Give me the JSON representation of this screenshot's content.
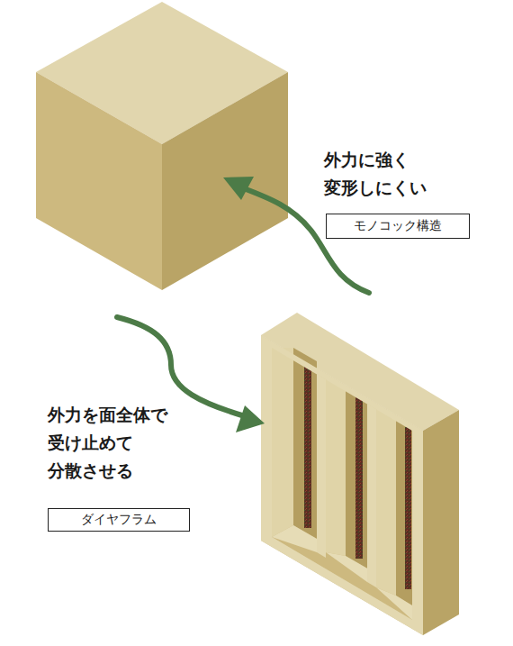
{
  "diagram": {
    "nodes": [
      {
        "text": [
          "モノコック構造"
        ]
      },
      {
        "text": [
          "ダイヤフラム"
        ]
      }
    ],
    "labels": [
      "外力に強く 変形しにくい",
      "外力を面全体で 受け止めて 分散させる"
    ]
  }
}
